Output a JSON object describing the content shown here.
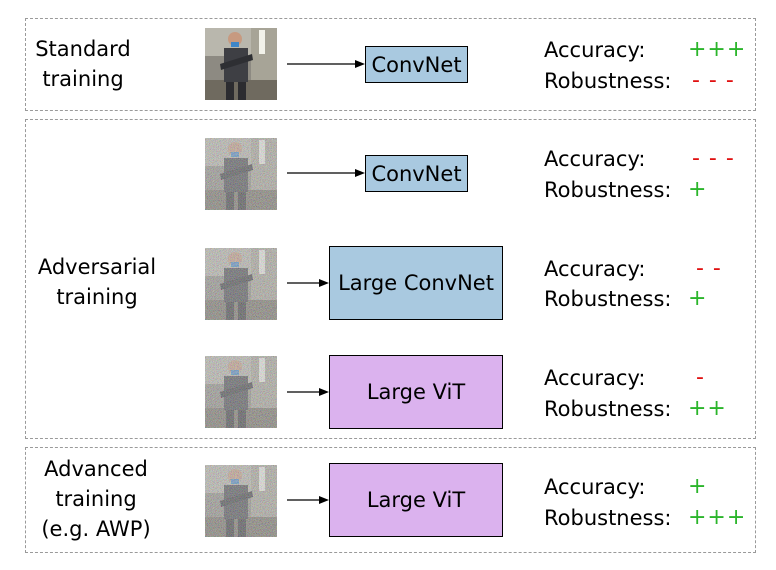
{
  "sections": {
    "standard_label": "Standard\ntraining",
    "adversarial_label": "Adversarial\ntraining",
    "advanced_label": "Advanced\ntraining\n(e.g. AWP)"
  },
  "rows": [
    {
      "model": "ConvNet",
      "accuracy_label": "Accuracy:",
      "robustness_label": "Robustness:",
      "accuracy": "+++",
      "robustness": "- - -"
    },
    {
      "model": "ConvNet",
      "accuracy_label": "Accuracy:",
      "robustness_label": "Robustness:",
      "accuracy": "- - -",
      "robustness": "+"
    },
    {
      "model": "Large ConvNet",
      "accuracy_label": "Accuracy:",
      "robustness_label": "Robustness:",
      "accuracy": "- -",
      "robustness": "+"
    },
    {
      "model": "Large ViT",
      "accuracy_label": "Accuracy:",
      "robustness_label": "Robustness:",
      "accuracy": "-",
      "robustness": "++"
    },
    {
      "model": "Large ViT",
      "accuracy_label": "Accuracy:",
      "robustness_label": "Robustness:",
      "accuracy": "+",
      "robustness": "+++"
    }
  ],
  "colors": {
    "plus": "#2bb52b",
    "minus": "#e01010",
    "convnet_box": "#a9c9e0",
    "vit_box": "#dbb2ee"
  }
}
